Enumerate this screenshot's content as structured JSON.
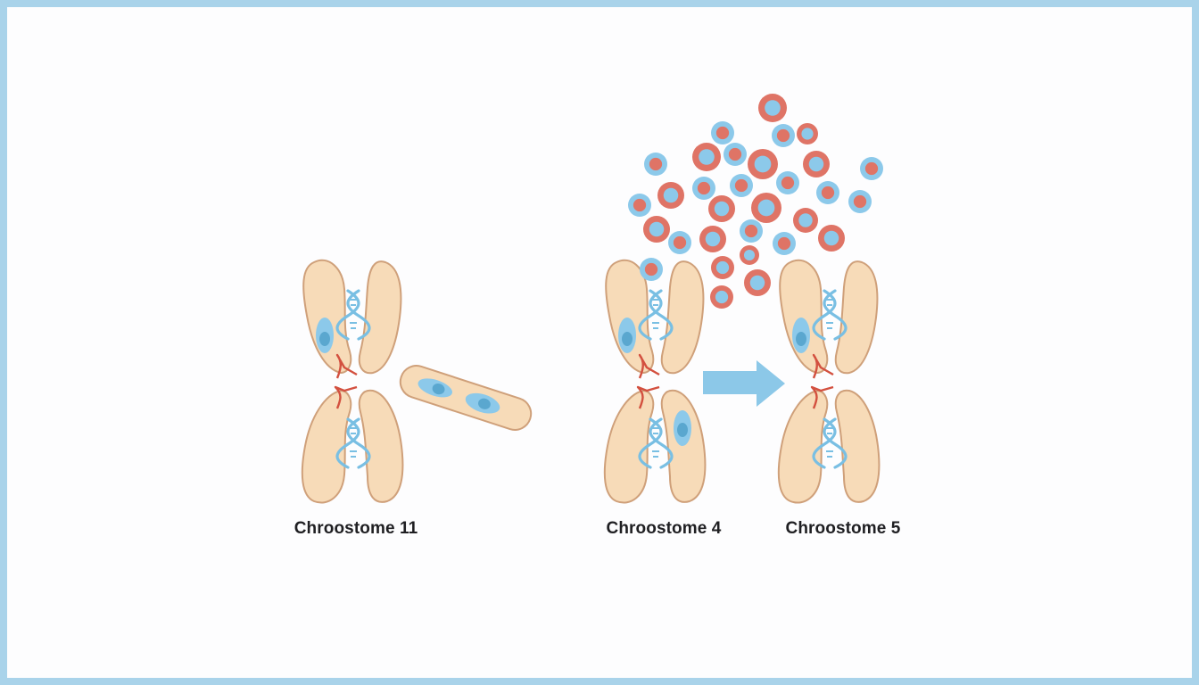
{
  "labels": {
    "chromosome_left": "Chroostome 11",
    "chromosome_middle": "Chroostome 4",
    "chromosome_right": "Chroostome 5"
  },
  "colors": {
    "frame": "#a9d3ea",
    "chromatid_fill": "#f7dbb8",
    "chromatid_stroke": "#cfa07a",
    "dna": "#79bfe3",
    "centromere": "#d3503f",
    "cell_red": "#df7466",
    "cell_blue": "#8cc9ea",
    "arrow": "#8cc8e8"
  },
  "icons": [
    "dna-helix-icon",
    "right-arrow-icon",
    "blood-cell-icon"
  ]
}
